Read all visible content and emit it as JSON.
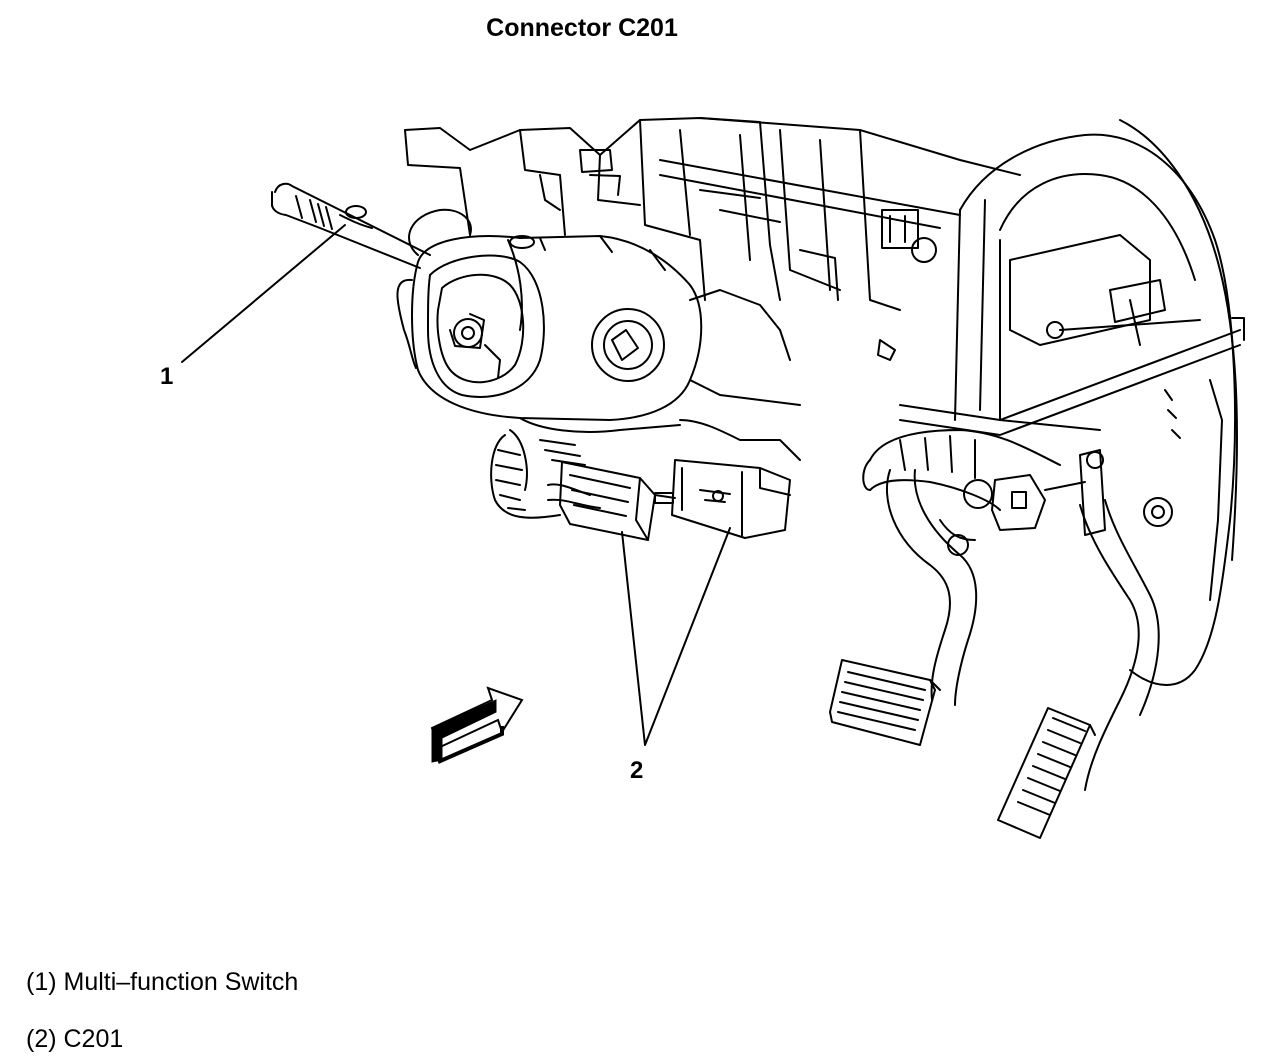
{
  "title": "Connector C201",
  "callouts": [
    {
      "number": "1"
    },
    {
      "number": "2"
    }
  ],
  "legend": [
    {
      "text": "(1) Multi–function Switch"
    },
    {
      "text": "(2) C201"
    }
  ]
}
